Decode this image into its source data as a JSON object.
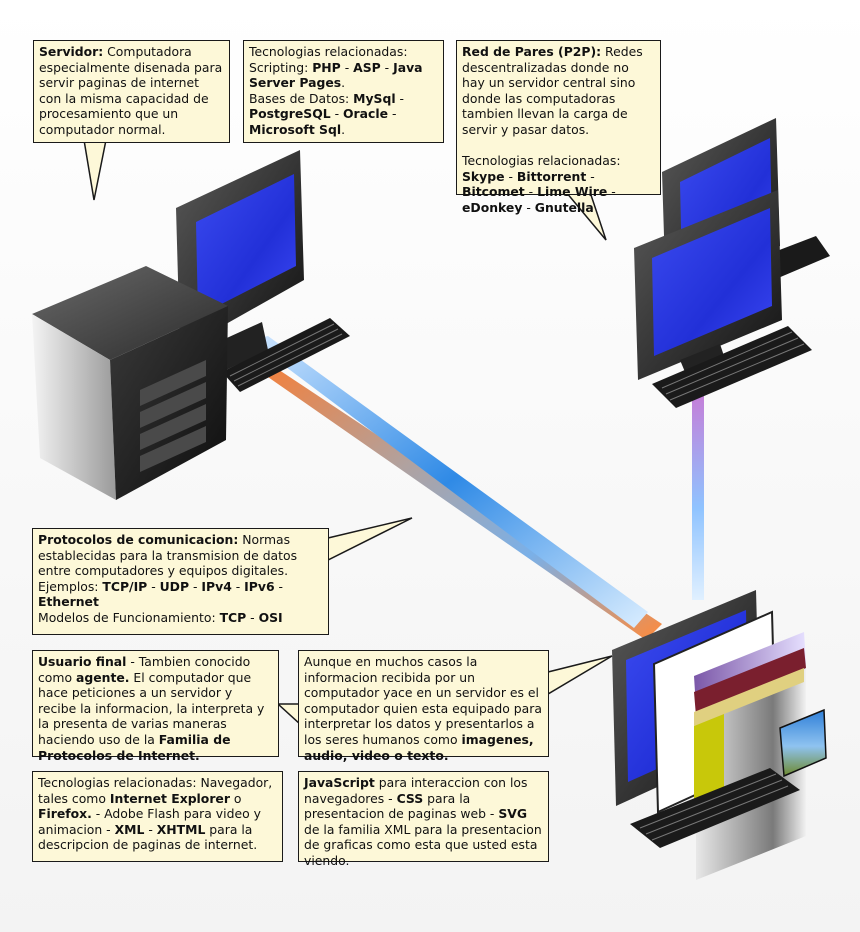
{
  "colors": {
    "box_fill": "#fdf8d8",
    "screen_blue": "#1f2fd6",
    "link_orange": "#ff8a3a",
    "link_blue": "#3a8fe8",
    "link_pink": "#d07ad0"
  },
  "boxes": [
    {
      "id": "servidor",
      "parts": [
        {
          "t": "Servidor:",
          "b": true
        },
        {
          "t": " Computadora especialmente disenada para servir paginas de internet con la misma capacidad de procesamiento que un computador normal."
        }
      ]
    },
    {
      "id": "tecnologias-servidor",
      "parts": [
        {
          "t": "Tecnologias relacionadas:\nScripting: "
        },
        {
          "t": "PHP",
          "b": true
        },
        {
          "t": " - "
        },
        {
          "t": "ASP",
          "b": true
        },
        {
          "t": " - "
        },
        {
          "t": "Java Server Pages",
          "b": true
        },
        {
          "t": ".\nBases de Datos: "
        },
        {
          "t": "MySql",
          "b": true
        },
        {
          "t": " - "
        },
        {
          "t": "PostgreSQL",
          "b": true
        },
        {
          "t": " - "
        },
        {
          "t": "Oracle",
          "b": true
        },
        {
          "t": " - "
        },
        {
          "t": "Microsoft Sql",
          "b": true
        },
        {
          "t": "."
        }
      ]
    },
    {
      "id": "p2p",
      "parts": [
        {
          "t": "Red de Pares (P2P):",
          "b": true
        },
        {
          "t": " Redes descentralizadas donde no hay un servidor central sino donde las computadoras tambien llevan la carga de servir y pasar datos.\n\nTecnologias relacionadas: "
        },
        {
          "t": "Skype",
          "b": true
        },
        {
          "t": " - "
        },
        {
          "t": "Bittorrent",
          "b": true
        },
        {
          "t": " - "
        },
        {
          "t": "Bitcomet",
          "b": true
        },
        {
          "t": " - "
        },
        {
          "t": "Lime Wire",
          "b": true
        },
        {
          "t": " - "
        },
        {
          "t": "eDonkey",
          "b": true
        },
        {
          "t": " - "
        },
        {
          "t": "Gnutella",
          "b": true
        }
      ]
    },
    {
      "id": "protocolos",
      "parts": [
        {
          "t": "Protocolos de comunicacion:",
          "b": true
        },
        {
          "t": " Normas establecidas para la transmision de datos entre computadores y equipos digitales.\nEjemplos: "
        },
        {
          "t": "TCP/IP",
          "b": true
        },
        {
          "t": " - "
        },
        {
          "t": "UDP",
          "b": true
        },
        {
          "t": " - "
        },
        {
          "t": "IPv4",
          "b": true
        },
        {
          "t": " - "
        },
        {
          "t": "IPv6",
          "b": true
        },
        {
          "t": " - "
        },
        {
          "t": "Ethernet",
          "b": true
        },
        {
          "t": "\nModelos de Funcionamiento: "
        },
        {
          "t": "TCP",
          "b": true
        },
        {
          "t": " - "
        },
        {
          "t": "OSI",
          "b": true
        }
      ]
    },
    {
      "id": "usuario-final",
      "parts": [
        {
          "t": "Usuario final",
          "b": true
        },
        {
          "t": " - Tambien conocido como "
        },
        {
          "t": "agente.",
          "b": true
        },
        {
          "t": " El computador que hace peticiones a un servidor y recibe la informacion, la interpreta y la presenta de varias maneras haciendo uso de la "
        },
        {
          "t": "Familia de Protocolos de Internet.",
          "b": true
        }
      ]
    },
    {
      "id": "interpretacion",
      "parts": [
        {
          "t": "Aunque en muchos  casos la informacion recibida por un computador yace en un servidor es el computador quien esta equipado para interpretar los datos y presentarlos a los seres humanos como "
        },
        {
          "t": "imagenes, audio, video o texto.",
          "b": true
        }
      ]
    },
    {
      "id": "tecnologias-cliente",
      "parts": [
        {
          "t": "Tecnologias relacionadas: Navegador, tales como "
        },
        {
          "t": "Internet Explorer",
          "b": true
        },
        {
          "t": " o "
        },
        {
          "t": "Firefox.",
          "b": true
        },
        {
          "t": " - Adobe Flash para video y animacion - "
        },
        {
          "t": "XML",
          "b": true
        },
        {
          "t": " - "
        },
        {
          "t": "XHTML",
          "b": true
        },
        {
          "t": " para la descripcion de paginas de internet."
        }
      ]
    },
    {
      "id": "javascript",
      "parts": [
        {
          "t": "JavaScript",
          "b": true
        },
        {
          "t": " para interaccion con los navegadores - "
        },
        {
          "t": "CSS",
          "b": true
        },
        {
          "t": " para la presentacion de paginas web - "
        },
        {
          "t": "SVG",
          "b": true
        },
        {
          "t": " de la familia XML para la presentacion de graficas como esta que usted esta viendo."
        }
      ]
    }
  ]
}
